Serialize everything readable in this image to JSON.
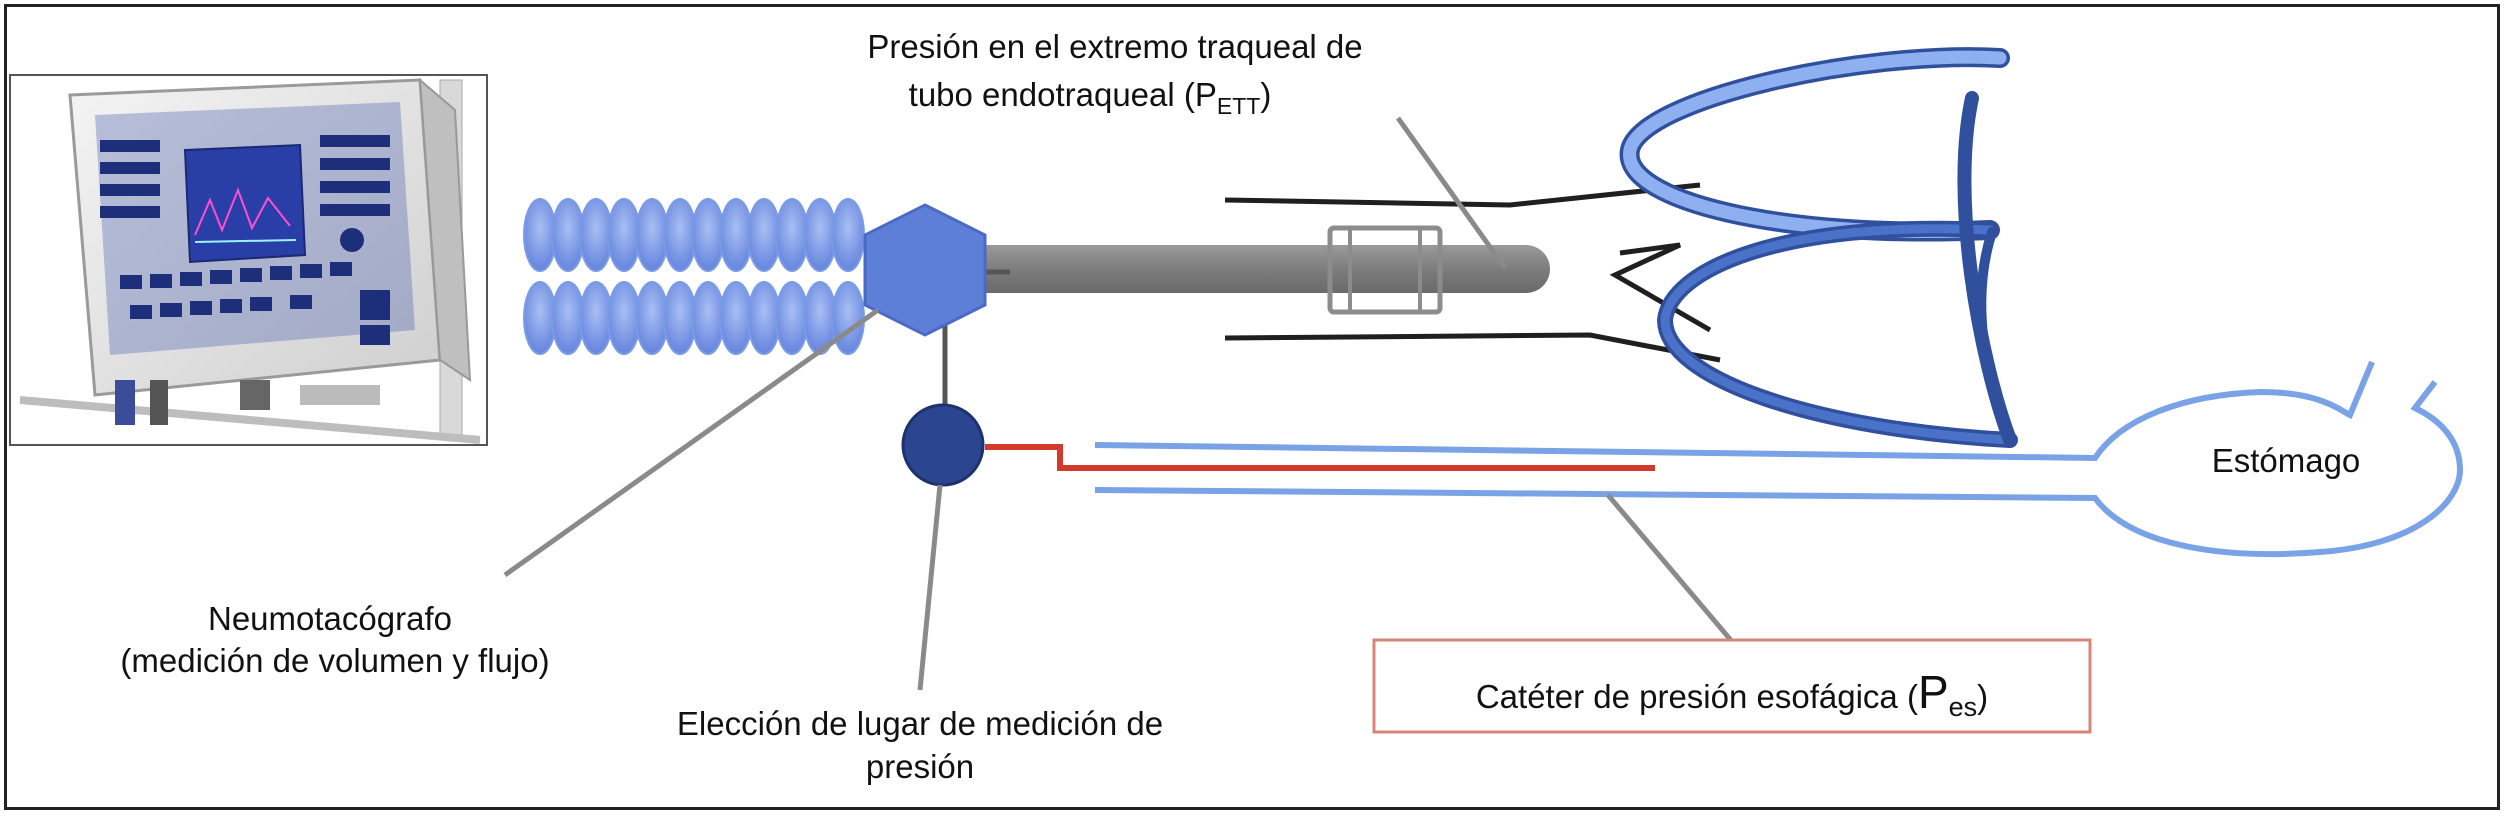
{
  "labels": {
    "pett_line1": "Presión en el extremo traqueal de",
    "pett_line2_main": "tubo endotraqueal (P",
    "pett_sub": "ETT",
    "pett_close": ")",
    "neumo_line1": "Neumotacógrafo",
    "neumo_line2": "(medición de volumen y flujo)",
    "eleccion_line1": "Elección de lugar de medición de",
    "eleccion_line2": "presión",
    "stomach": "Estómago",
    "pes_main": "Catéter de presión esofágica (",
    "pes_big": "P",
    "pes_sub": "es",
    "pes_close": ")"
  },
  "colors": {
    "tubing_blue": "#7b9be6",
    "tubing_light": "#b7c8f4",
    "hexagon": "#5e7fd8",
    "tube_gray": "#8c8c8c",
    "lung_light": "#8fb0f0",
    "lung_dark": "#30509e",
    "line_dark": "#1f1f1f",
    "catheter_red": "#d23a2a",
    "esophagus": "#7aa2e6",
    "sensor": "#2b4590",
    "pes_box": "#d98574",
    "monitor_screen": "#2a3ea8"
  }
}
